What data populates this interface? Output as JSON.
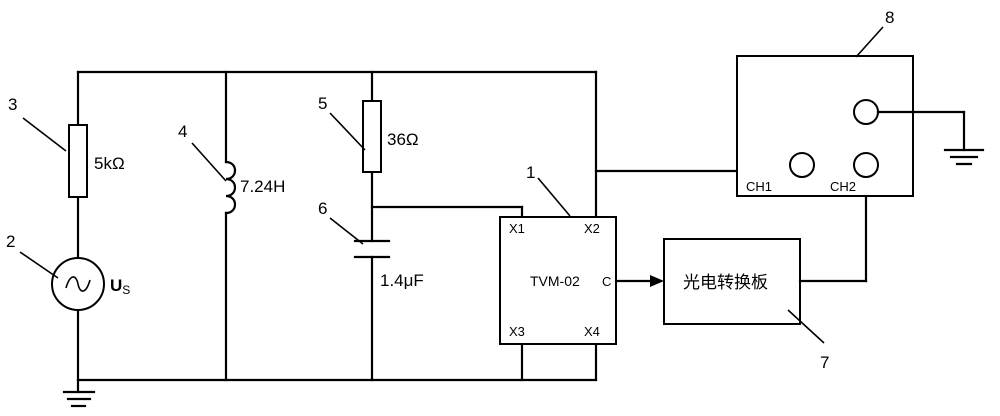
{
  "callouts": {
    "n1": "1",
    "n2": "2",
    "n3": "3",
    "n4": "4",
    "n5": "5",
    "n6": "6",
    "n7": "7",
    "n8": "8"
  },
  "components": {
    "resistor_source": "5kΩ",
    "inductor": "7.24H",
    "resistor_branch": "36Ω",
    "capacitor": "1.4μF",
    "source_label_main": "U",
    "source_label_sub": "S"
  },
  "tvm": {
    "name": "TVM-02",
    "pin_x1": "X1",
    "pin_x2": "X2",
    "pin_x3": "X3",
    "pin_x4": "X4",
    "pin_c": "C"
  },
  "converter": {
    "label": "光电转换板"
  },
  "scope": {
    "ch1": "CH1",
    "ch2": "CH2"
  }
}
